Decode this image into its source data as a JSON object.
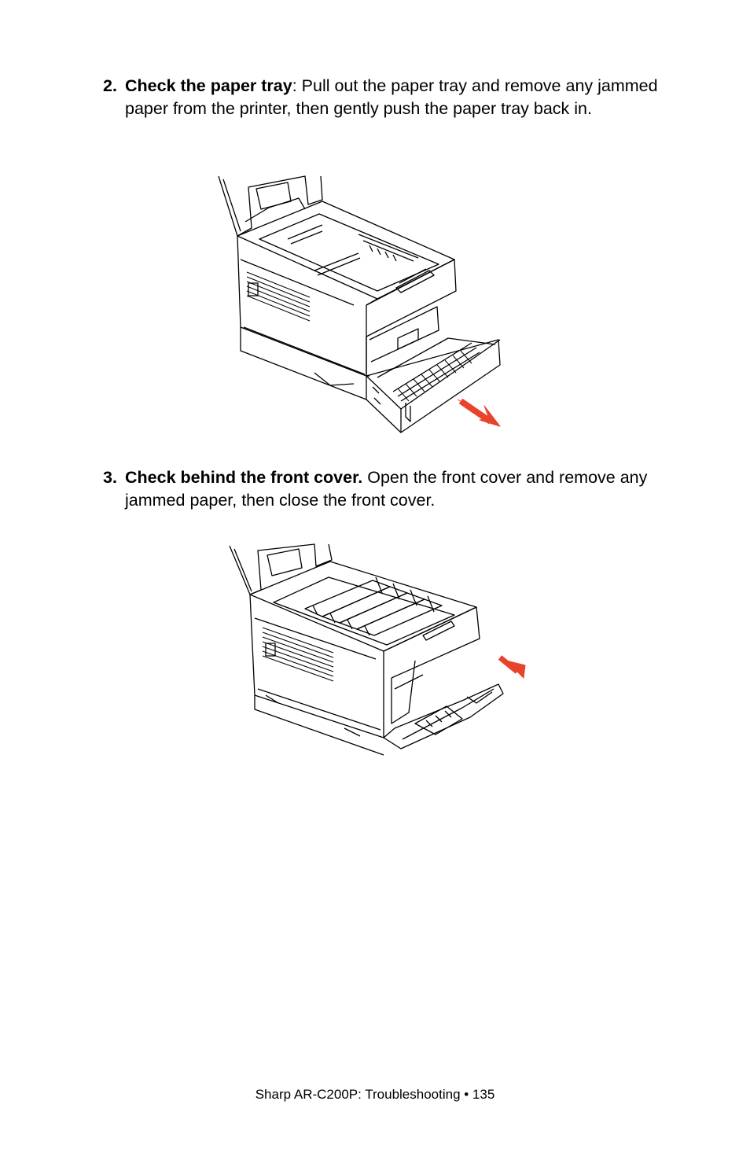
{
  "steps": [
    {
      "number": "2.",
      "title": "Check the paper tray",
      "text": ": Pull out the paper tray and remove any jammed paper from the printer, then gently push the paper tray back in."
    },
    {
      "number": "3.",
      "title": "Check behind the front cover.",
      "text": " Open the front cover and remove any jammed paper, then close the front cover."
    }
  ],
  "figures": {
    "arrow_color": "#e8442c"
  },
  "footer": {
    "text": "Sharp AR-C200P: Troubleshooting  •  135"
  }
}
